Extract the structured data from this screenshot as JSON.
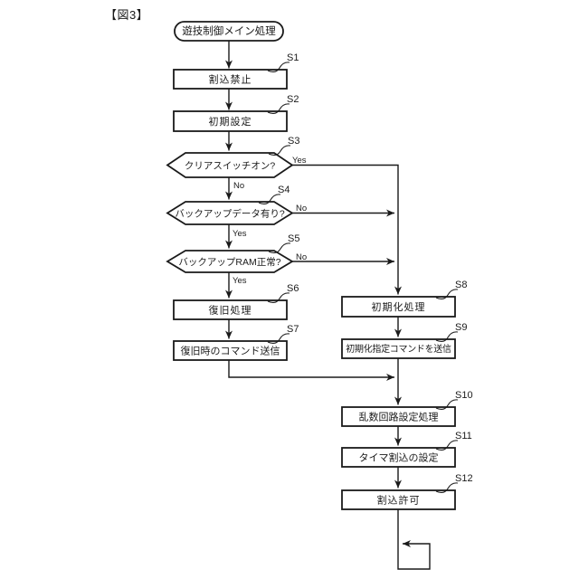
{
  "figure": {
    "title": "【図3】"
  },
  "colors": {
    "ink": "#1a1a1a",
    "paper": "#ffffff"
  },
  "nodes": {
    "start": {
      "label": "遊技制御メイン処理"
    },
    "s1": {
      "id": "S1",
      "label": "割込禁止"
    },
    "s2": {
      "id": "S2",
      "label": "初期設定"
    },
    "s3": {
      "id": "S3",
      "label": "クリアスイッチオン?",
      "yes": "Yes",
      "no": "No"
    },
    "s4": {
      "id": "S4",
      "label": "バックアップデータ有り?",
      "yes": "Yes",
      "no": "No"
    },
    "s5": {
      "id": "S5",
      "label": "バックアップRAM正常?",
      "yes": "Yes",
      "no": "No"
    },
    "s6": {
      "id": "S6",
      "label": "復旧処理"
    },
    "s7": {
      "id": "S7",
      "label": "復旧時のコマンド送信"
    },
    "s8": {
      "id": "S8",
      "label": "初期化処理"
    },
    "s9": {
      "id": "S9",
      "label": "初期化指定コマンドを送信"
    },
    "s10": {
      "id": "S10",
      "label": "乱数回路設定処理"
    },
    "s11": {
      "id": "S11",
      "label": "タイマ割込の設定"
    },
    "s12": {
      "id": "S12",
      "label": "割込許可"
    }
  }
}
